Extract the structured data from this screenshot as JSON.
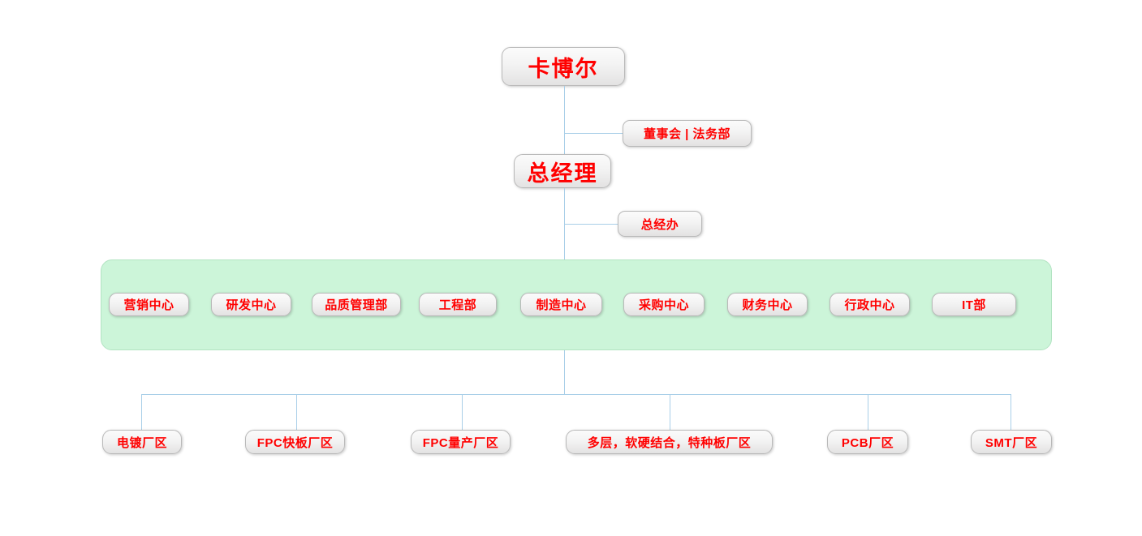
{
  "diagram": {
    "title_node": {
      "label": "卡博尔"
    },
    "gm_node": {
      "label": "总经理"
    },
    "staff_nodes": [
      {
        "label": "董事会 | 法务部"
      },
      {
        "label": "总经办"
      }
    ],
    "departments": {
      "container_name": "departments-group",
      "items": [
        {
          "label": "营销中心"
        },
        {
          "label": "研发中心"
        },
        {
          "label": "品质管理部"
        },
        {
          "label": "工程部"
        },
        {
          "label": "制造中心"
        },
        {
          "label": "采购中心"
        },
        {
          "label": "财务中心"
        },
        {
          "label": "行政中心"
        },
        {
          "label": "IT部"
        }
      ]
    },
    "factories": [
      {
        "label": "电镀厂区"
      },
      {
        "label": "FPC快板厂区"
      },
      {
        "label": "FPC量产厂区"
      },
      {
        "label": "多层，软硬结合，特种板厂区"
      },
      {
        "label": "PCB厂区"
      },
      {
        "label": "SMT厂区"
      }
    ],
    "colors": {
      "text": "#ff0000",
      "connector": "#a9cfe8",
      "group_fill": "#ccf5d9",
      "group_border": "#b2e3c2",
      "node_border": "#b9b9b9",
      "background": "#ffffff"
    }
  }
}
